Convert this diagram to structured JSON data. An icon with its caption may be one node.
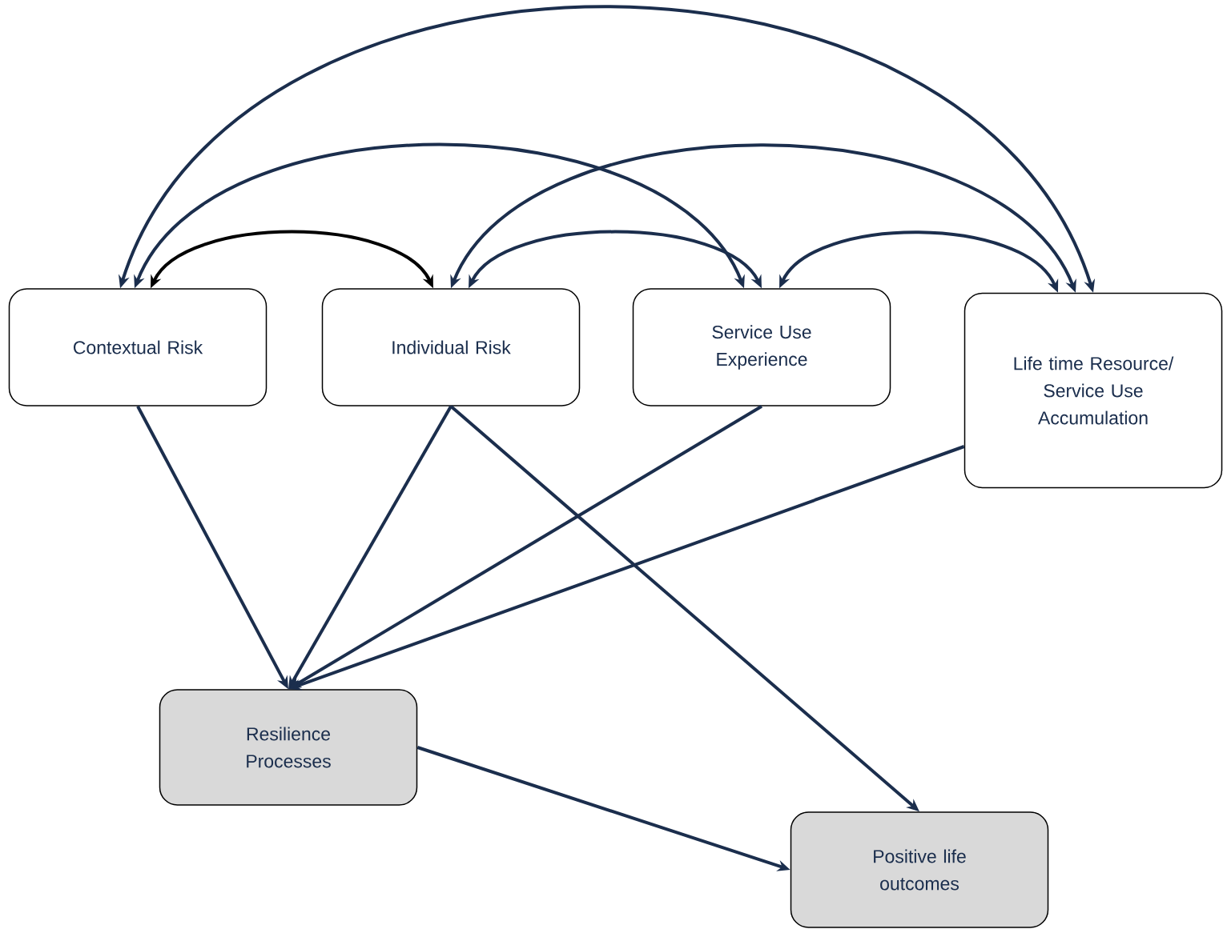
{
  "diagram": {
    "nodes": [
      {
        "text": [
          "Contextual Risk"
        ]
      },
      {
        "text": [
          "Individual Risk"
        ]
      },
      {
        "text": [
          "Service Use Experience"
        ]
      },
      {
        "text": [
          "Life time Resource/ Service Use Accumulation"
        ]
      },
      {
        "text": [
          "Resilience Processes"
        ]
      },
      {
        "text": [
          "Positive life outcomes"
        ]
      }
    ],
    "edges": [
      {
        "from": 0,
        "to": 3,
        "arrow": "both"
      },
      {
        "from": 0,
        "to": 2,
        "arrow": "both"
      },
      {
        "from": 1,
        "to": 3,
        "arrow": "both"
      },
      {
        "from": 0,
        "to": 1,
        "arrow": "both",
        "color": "#000000"
      },
      {
        "from": 1,
        "to": 2,
        "arrow": "both"
      },
      {
        "from": 2,
        "to": 3,
        "arrow": "both"
      },
      {
        "from": 0,
        "to": 4,
        "arrow": "to"
      },
      {
        "from": 1,
        "to": 4,
        "arrow": "to"
      },
      {
        "from": 2,
        "to": 4,
        "arrow": "to"
      },
      {
        "from": 3,
        "to": 4,
        "arrow": "to"
      },
      {
        "from": 1,
        "to": 5,
        "arrow": "to"
      },
      {
        "from": 4,
        "to": 5,
        "arrow": "to"
      }
    ]
  }
}
